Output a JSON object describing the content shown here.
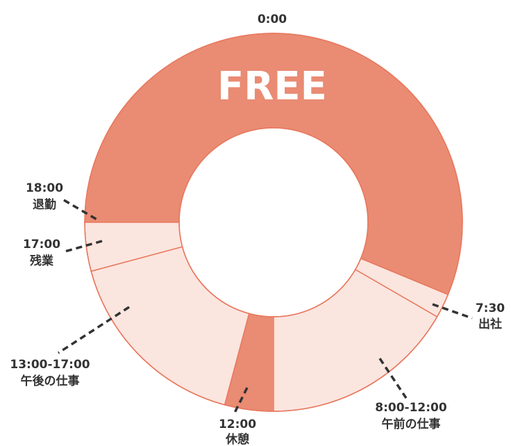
{
  "chart_data": {
    "type": "pie",
    "subtype": "donut-24h-clock",
    "top_label": "0:00",
    "unit": "hours",
    "range": [
      0,
      24
    ],
    "segments": [
      {
        "name": "FREE",
        "start": 18,
        "end": 31.5,
        "label_time": "",
        "label_text": "FREE",
        "color": "#EA8B73"
      },
      {
        "name": "出社",
        "start": 7.5,
        "end": 8,
        "label_time": "7:30",
        "label_text": "出社",
        "color": "#FBE5DF"
      },
      {
        "name": "午前の仕事",
        "start": 8,
        "end": 12,
        "label_time": "8:00-12:00",
        "label_text": "午前の仕事",
        "color": "#FBE5DF"
      },
      {
        "name": "休憩",
        "start": 12,
        "end": 13,
        "label_time": "12:00",
        "label_text": "休憩",
        "color": "#EA8B73"
      },
      {
        "name": "午後の仕事",
        "start": 13,
        "end": 17,
        "label_time": "13:00-17:00",
        "label_text": "午後の仕事",
        "color": "#FBE5DF"
      },
      {
        "name": "残業",
        "start": 17,
        "end": 18,
        "label_time": "17:00",
        "label_text": "残業",
        "color": "#FBE5DF"
      },
      {
        "name": "退勤",
        "start": 18,
        "end": 18,
        "label_time": "18:00",
        "label_text": "退勤",
        "color": "#EA8B73"
      }
    ],
    "stroke_color": "#E8775C",
    "text_color": "#333333"
  }
}
